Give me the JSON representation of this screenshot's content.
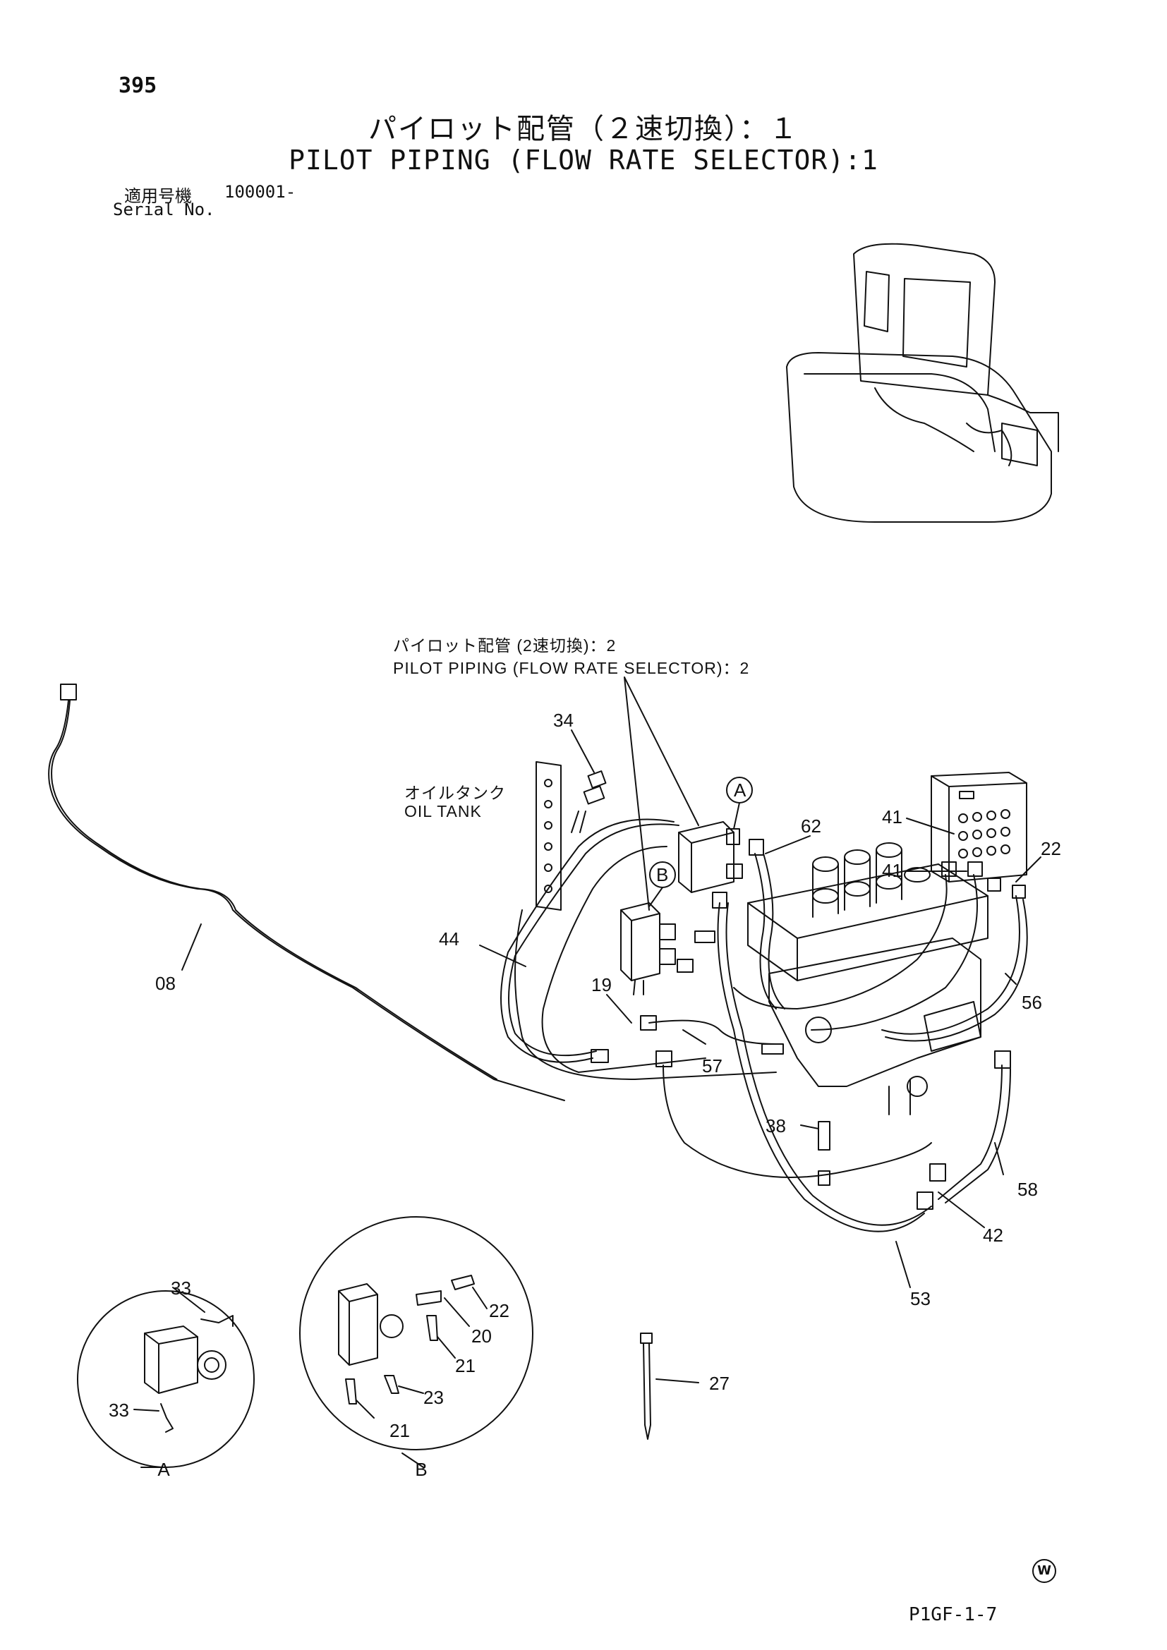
{
  "header": {
    "page_number": "395",
    "title_jp": "パイロット配管（２速切換）：１",
    "title_en": "PILOT PIPING (FLOW RATE SELECTOR):1",
    "serial_label_jp": "適用号機",
    "serial_value": "100001-",
    "serial_label_en": "Serial No."
  },
  "notes": {
    "ref_jp": "パイロット配管 (2速切換)：2",
    "ref_en": "PILOT PIPING (FLOW RATE SELECTOR)：2",
    "oil_tank_jp": "オイルタンク",
    "oil_tank_en": "OIL TANK"
  },
  "callouts": {
    "p34": "34",
    "p62": "62",
    "p41a": "41",
    "p41b": "41",
    "p22": "22",
    "p44": "44",
    "p08": "08",
    "p19": "19",
    "p57": "57",
    "p56": "56",
    "p38": "38",
    "p58": "58",
    "p42": "42",
    "p53": "53",
    "a33a": "33",
    "a33b": "33",
    "b22": "22",
    "b20": "20",
    "b21a": "21",
    "b23": "23",
    "b21b": "21",
    "p27": "27"
  },
  "markers": {
    "detail_a": "A",
    "detail_b": "B"
  },
  "footer": {
    "drawing_code": "P1GF-1-7",
    "mark": "W"
  }
}
